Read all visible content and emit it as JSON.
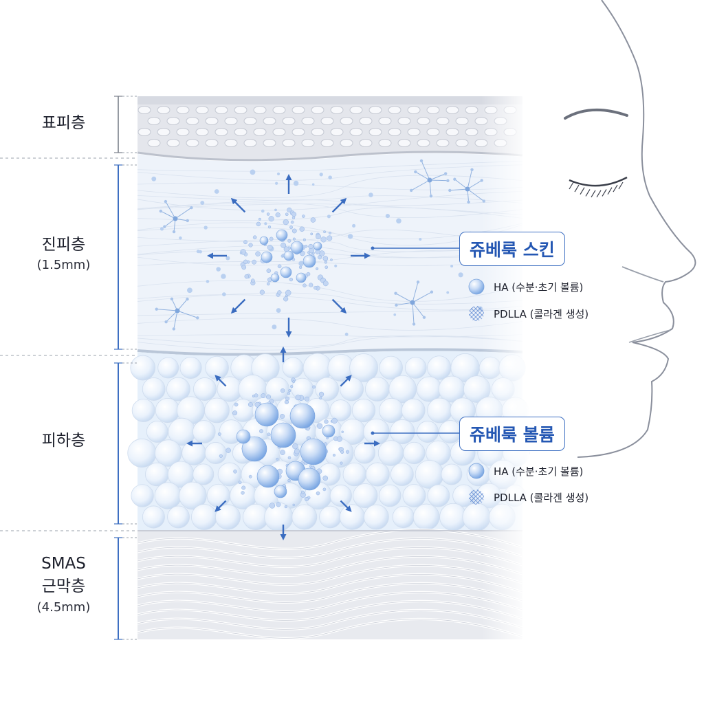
{
  "layers": {
    "epidermis": {
      "name": "표피층"
    },
    "dermis": {
      "name": "진피층",
      "depth": "(1.5mm)"
    },
    "subcutaneous": {
      "name": "피하층"
    },
    "smas": {
      "name_line1": "SMAS",
      "name_line2": "근막층",
      "depth": "(4.5mm)"
    }
  },
  "callouts": {
    "skin": {
      "title": "쥬베룩 스킨",
      "legend": [
        {
          "icon": "ha-sphere-icon",
          "label": "HA (수분·초기 볼륨)"
        },
        {
          "icon": "pdlla-mesh-icon",
          "label": "PDLLA (콜라겐 생성)"
        }
      ]
    },
    "volume": {
      "title": "쥬베룩 볼륨",
      "legend": [
        {
          "icon": "ha-sphere-icon",
          "label": "HA (수분·초기 볼륨)"
        },
        {
          "icon": "pdlla-mesh-icon",
          "label": "PDLLA (콜라겐 생성)"
        }
      ]
    }
  },
  "colors": {
    "accent": "#3d6fc2",
    "accent_text": "#2457b3",
    "arrow": "#3a6cc0",
    "epidermis": "#e4e6ec",
    "dermis": "#eef3fa",
    "subcutaneous": "#e6f0fb",
    "smas": "#e8eaef",
    "face_outline": "#8a8f9c"
  }
}
